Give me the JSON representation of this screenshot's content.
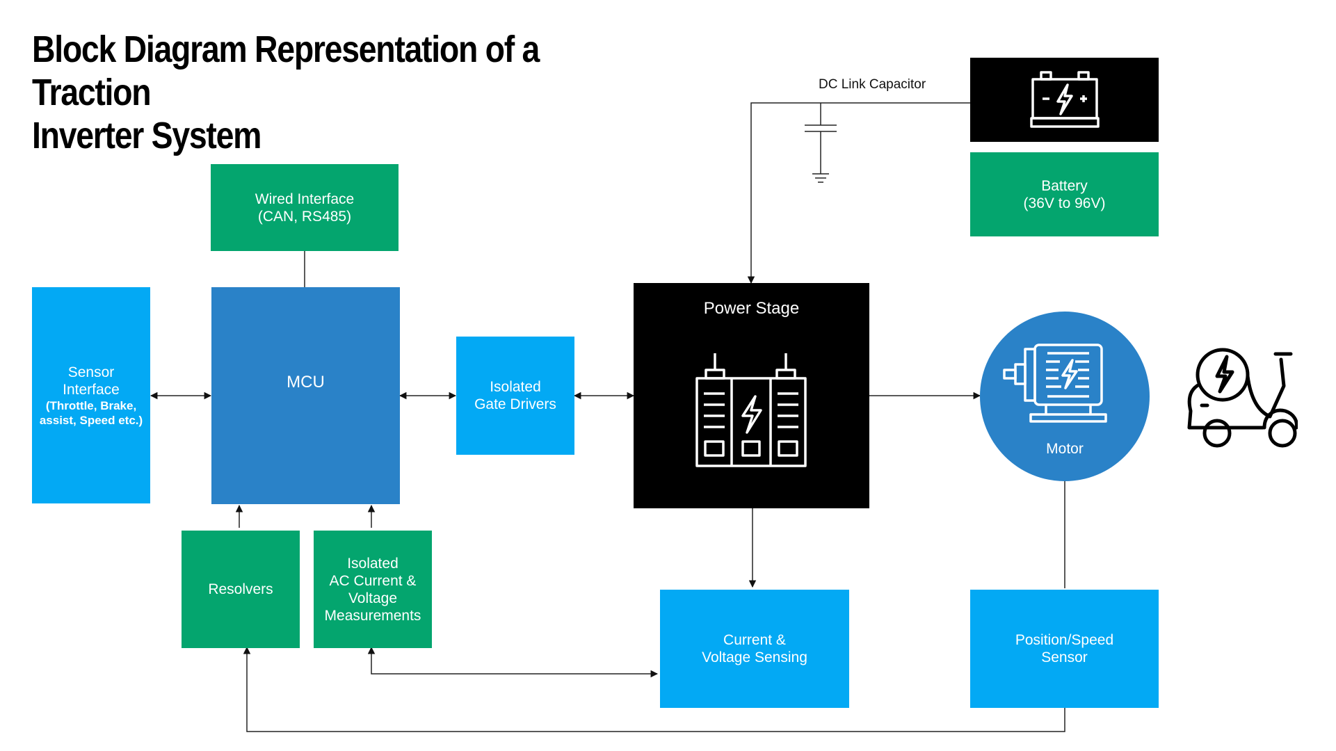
{
  "title": "Block Diagram Representation of a Traction\nInverter System",
  "blocks": {
    "wired_interface": "Wired Interface\n(CAN, RS485)",
    "sensor_interface": "Sensor\nInterface",
    "sensor_interface_detail": "(Throttle, Brake,\nassist, Speed etc.)",
    "mcu": "MCU",
    "isolated_gate_drivers": "Isolated\nGate Drivers",
    "power_stage": "Power Stage",
    "motor": "Motor",
    "battery": "Battery\n(36V to 96V)",
    "resolvers": "Resolvers",
    "isolated_measurements": "Isolated\nAC Current &\nVoltage\nMeasurements",
    "current_voltage_sensing": "Current &\nVoltage Sensing",
    "position_speed_sensor": "Position/Speed\nSensor"
  },
  "labels": {
    "dc_link_capacitor": "DC Link Capacitor"
  },
  "icons": [
    "battery-icon",
    "power-module-icon",
    "motor-icon",
    "scooter-icon",
    "capacitor-symbol"
  ],
  "colors": {
    "green": "#04a56e",
    "light_blue": "#03a9f4",
    "mcu_blue": "#2a82c8",
    "black": "#000000"
  }
}
